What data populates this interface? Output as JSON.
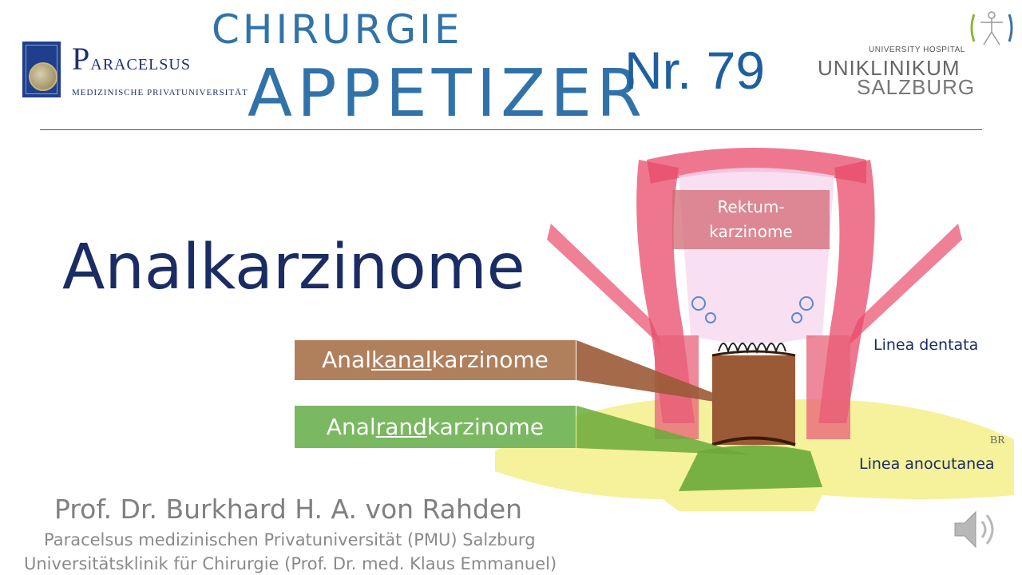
{
  "header": {
    "pmu_logo": {
      "name_big": "P",
      "name_rest": "ARACELSUS",
      "subtitle": "MEDIZINISCHE PRIVATUNIVERSITÄT"
    },
    "title_top": "CHIRURGIE",
    "title_bottom": "APPETIZER",
    "episode": "Nr. 79",
    "uk_logo": {
      "hospital": "UNIVERSITY HOSPITAL",
      "name": "UNIKLINIKUM",
      "city": "SALZBURG"
    }
  },
  "main": {
    "heading": "Analkarzinome",
    "labels": {
      "rektum_line1": "Rektum-",
      "rektum_line2": "karzinome",
      "analkanal": {
        "pre": "Anal",
        "under": "kanal",
        "post": "karzinome"
      },
      "analrand": {
        "pre": "Anal",
        "under": "rand",
        "post": "karzinome"
      },
      "dentata": "Linea dentata",
      "anocutanea": "Linea anocutanea"
    }
  },
  "author": {
    "name": "Prof. Dr. Burkhard H. A. von Rahden",
    "affiliation1": "Paracelsus medizinischen Privatuniversität (PMU) Salzburg",
    "affiliation2": "Universitätsklinik für Chirurgie (Prof. Dr. med. Klaus Emmanuel)"
  },
  "colors": {
    "title_blue": "#3173a8",
    "heading_navy": "#1a2c63",
    "analkanal_brown": "#b0805d",
    "analrand_green": "#7ab861",
    "rektum_pink": "#d2697388"
  },
  "icons": [
    "speaker-icon",
    "uniklinikum-figure-icon",
    "paracelsus-seal-icon"
  ]
}
